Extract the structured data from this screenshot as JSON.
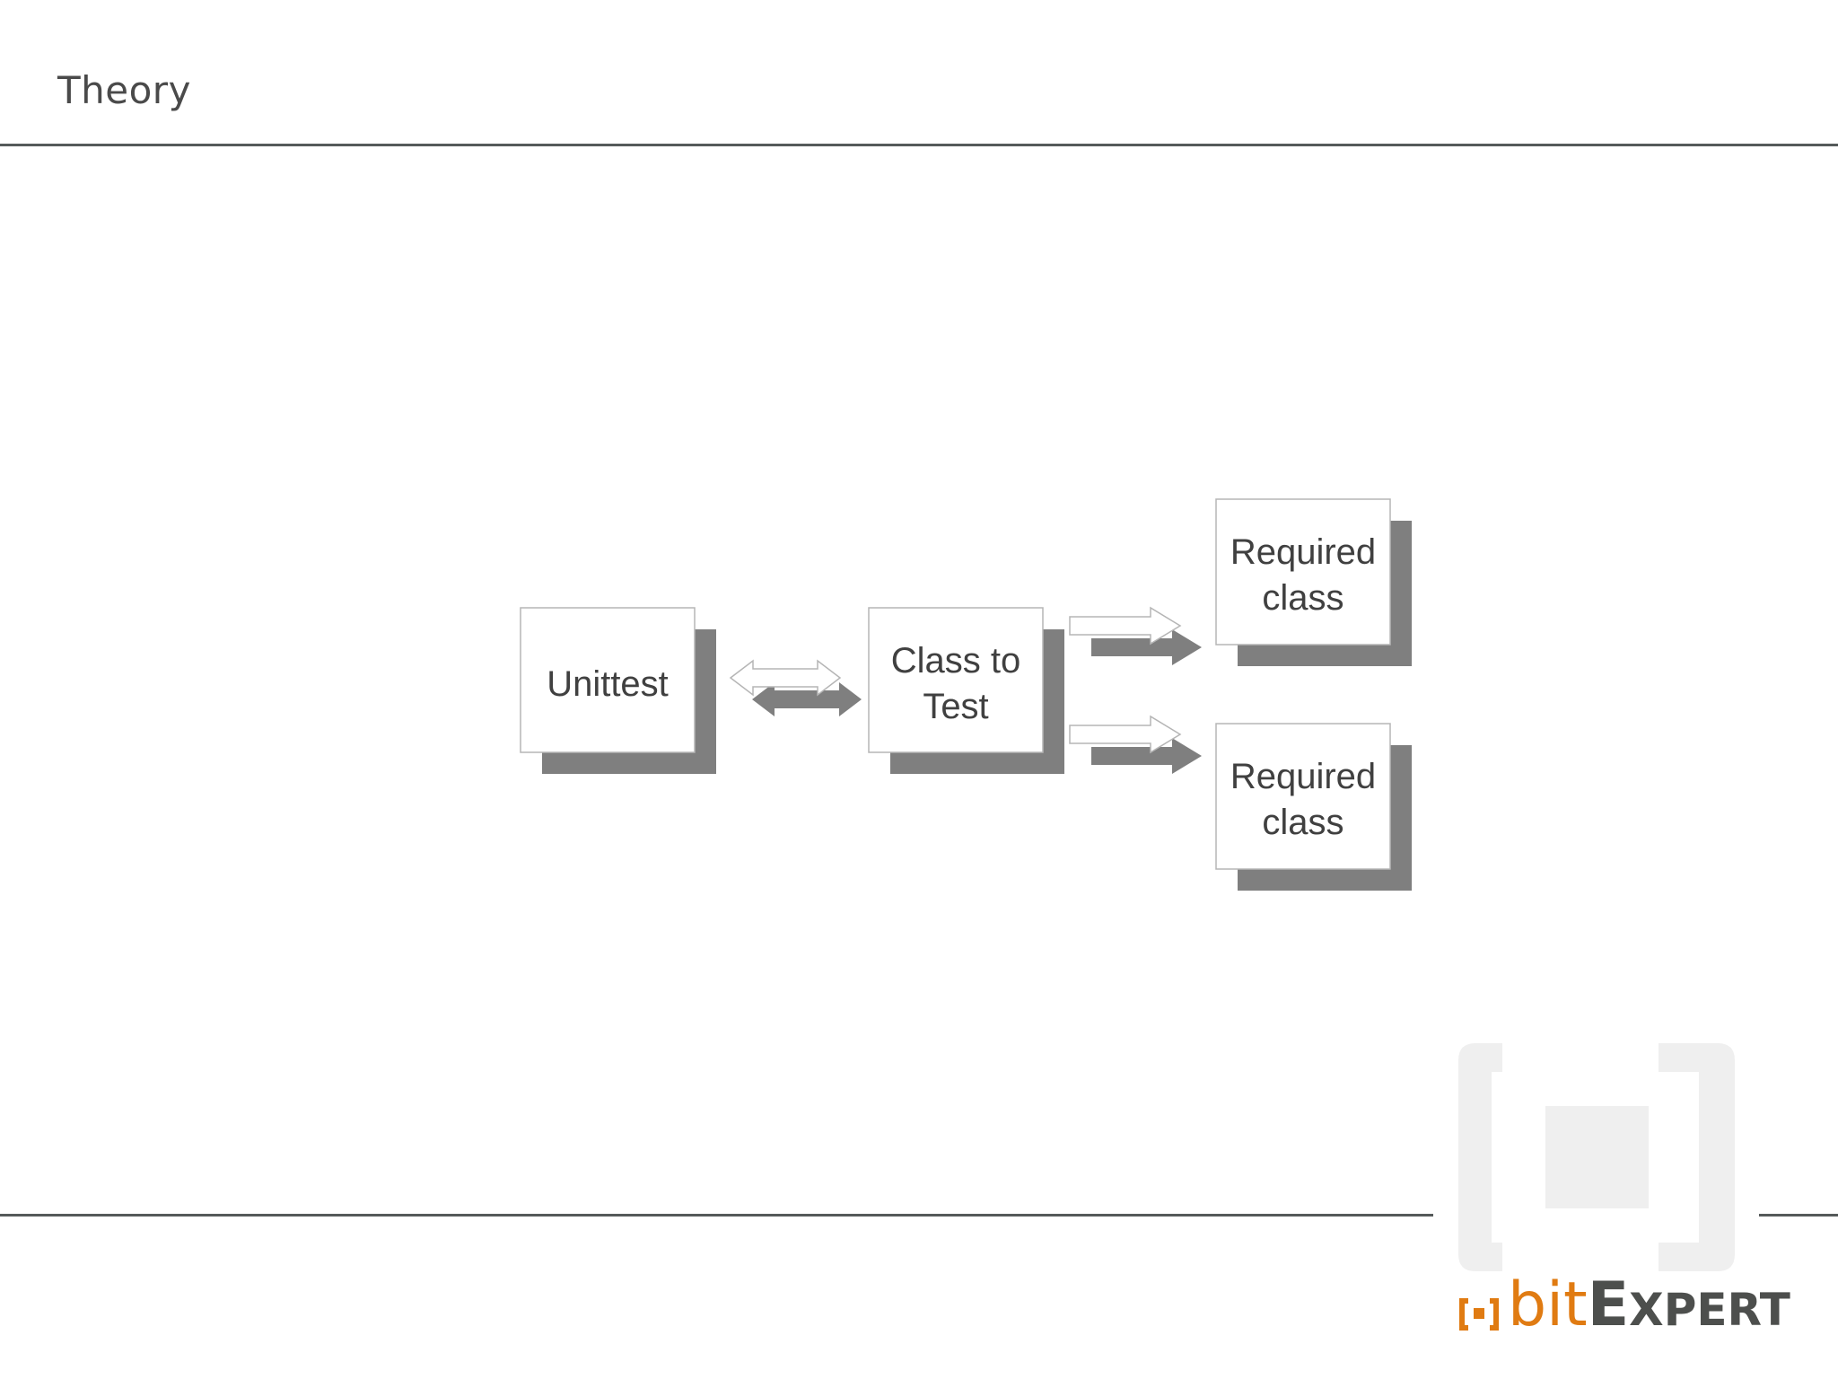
{
  "slide": {
    "title": "Theory"
  },
  "diagram": {
    "nodes": [
      {
        "id": "unittest",
        "lines": [
          "Unittest"
        ]
      },
      {
        "id": "class-to-test",
        "lines": [
          "Class to",
          "Test"
        ]
      },
      {
        "id": "required-class-1",
        "lines": [
          "Required",
          "class"
        ]
      },
      {
        "id": "required-class-2",
        "lines": [
          "Required",
          "class"
        ]
      }
    ],
    "edges": [
      {
        "from": "unittest",
        "to": "class-to-test",
        "direction": "both"
      },
      {
        "from": "class-to-test",
        "to": "required-class-1",
        "direction": "forward"
      },
      {
        "from": "class-to-test",
        "to": "required-class-2",
        "direction": "forward"
      }
    ]
  },
  "logo": {
    "bit": "bit",
    "expert_initial": "E",
    "expert_rest": "XPERT"
  },
  "colors": {
    "shadow": "#7f7f7f",
    "box_border": "#b5b5b5",
    "rule": "#555a5a",
    "brand_orange": "#e07b12",
    "brand_grey": "#4d4f4d",
    "watermark": "#efefef"
  }
}
